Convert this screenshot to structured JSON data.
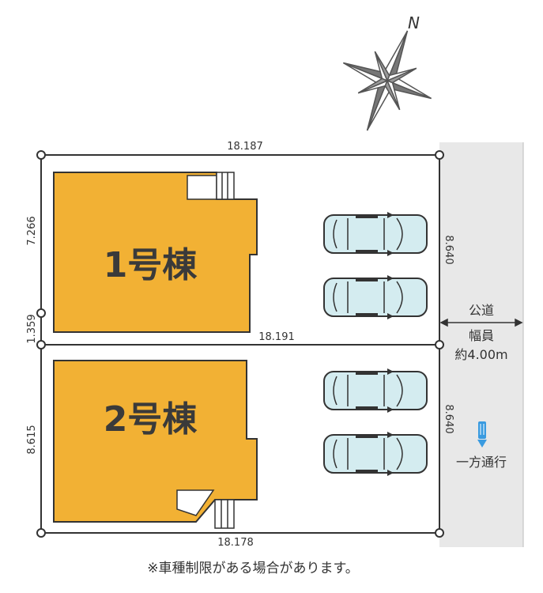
{
  "compass": {
    "north_label": "N"
  },
  "lots": [
    {
      "name": "1号棟",
      "color": "#f2b134"
    },
    {
      "name": "2号棟",
      "color": "#f2b134"
    }
  ],
  "dimensions": {
    "top": "18.187",
    "middle": "18.191",
    "bottom": "18.178",
    "left_lot1": "7.266",
    "left_gap": "1.359",
    "left_lot2": "8.615",
    "right_lot1": "8.640",
    "right_lot2": "8.640"
  },
  "road": {
    "label": "公道",
    "width_label": "幅員",
    "width_value": "約4.00m",
    "one_way": "一方通行",
    "color": "#e8e8e8",
    "arrow_color": "#3a9be0"
  },
  "car_color": "#d4ecf0",
  "footnote": "※車種制限がある場合があります。"
}
